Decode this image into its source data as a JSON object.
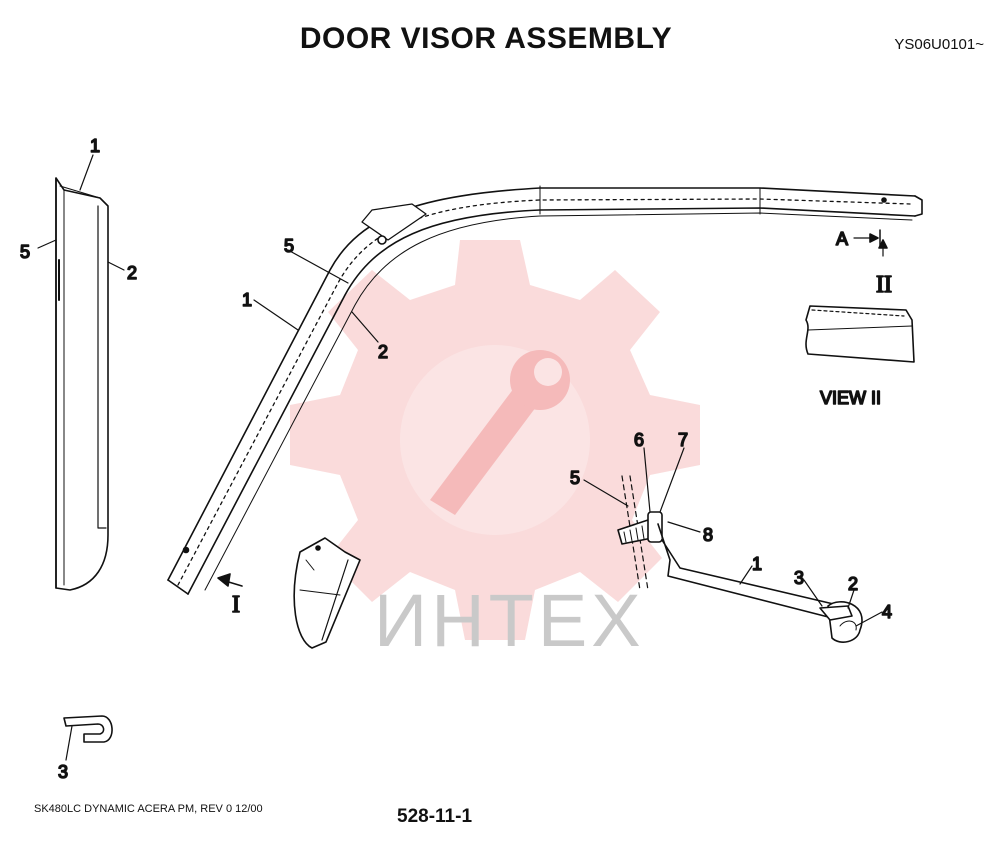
{
  "header": {
    "title": "DOOR VISOR ASSEMBLY",
    "code": "YS06U0101~"
  },
  "footer": {
    "model": "SK480LC DYNAMIC ACERA PM, REV 0 12/00",
    "page": "528-11-1"
  },
  "watermark": {
    "text": "ИНТЕХ",
    "gear_color": "#e85a5a"
  },
  "view_labels": {
    "view_ii": "VIEW  II",
    "arrow_a": "A",
    "arrow_ii": "II",
    "arrow_i": "I"
  },
  "callouts": {
    "left_1": "1",
    "left_5": "5",
    "left_2": "2",
    "left_3": "3",
    "main_5": "5",
    "main_1": "1",
    "main_2": "2",
    "det_6": "6",
    "det_7": "7",
    "det_5": "5",
    "det_8": "8",
    "det_1": "1",
    "det_3": "3",
    "det_2": "2",
    "det_4": "4"
  }
}
